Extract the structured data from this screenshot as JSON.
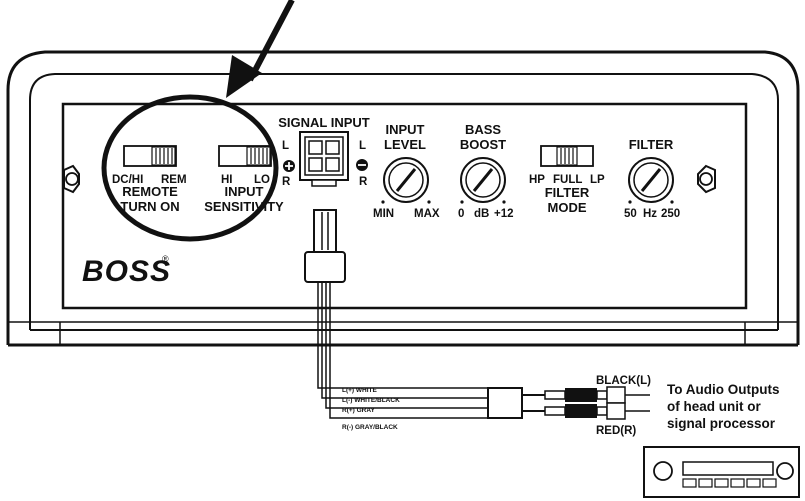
{
  "brand": {
    "logo_text": "BOSS",
    "trademark": "®"
  },
  "remote_turn_on": {
    "left": "DC/HI",
    "right": "REM",
    "title_line1": "REMOTE",
    "title_line2": "TURN ON"
  },
  "input_sensitivity": {
    "left": "HI",
    "right": "LO",
    "title_line1": "INPUT",
    "title_line2": "SENSITIVITY"
  },
  "signal_input": {
    "title": "SIGNAL INPUT",
    "left_top": "L",
    "left_bottom": "R",
    "right_top": "L",
    "right_bottom": "R"
  },
  "input_level": {
    "title_line1": "INPUT",
    "title_line2": "LEVEL",
    "min": "MIN",
    "max": "MAX"
  },
  "bass_boost": {
    "title_line1": "BASS",
    "title_line2": "BOOST",
    "low": "0",
    "unit": "dB",
    "high": "+12"
  },
  "filter_mode": {
    "left": "HP",
    "mid": "FULL",
    "right": "LP",
    "title_line1": "FILTER",
    "title_line2": "MODE"
  },
  "filter": {
    "title": "FILTER",
    "low": "50",
    "unit": "Hz",
    "high": "250"
  },
  "wires": {
    "l_plus": "L(+) WHITE",
    "l_minus": "L(-) WHITE/BLACK",
    "r_plus": "R(+) GRAY",
    "r_minus": "R(-) GRAY/BLACK"
  },
  "rca": {
    "black": "BLACK(L)",
    "red": "RED(R)"
  },
  "caption": {
    "line1": "To Audio Outputs",
    "line2": "of head unit or",
    "line3": "signal processor"
  }
}
